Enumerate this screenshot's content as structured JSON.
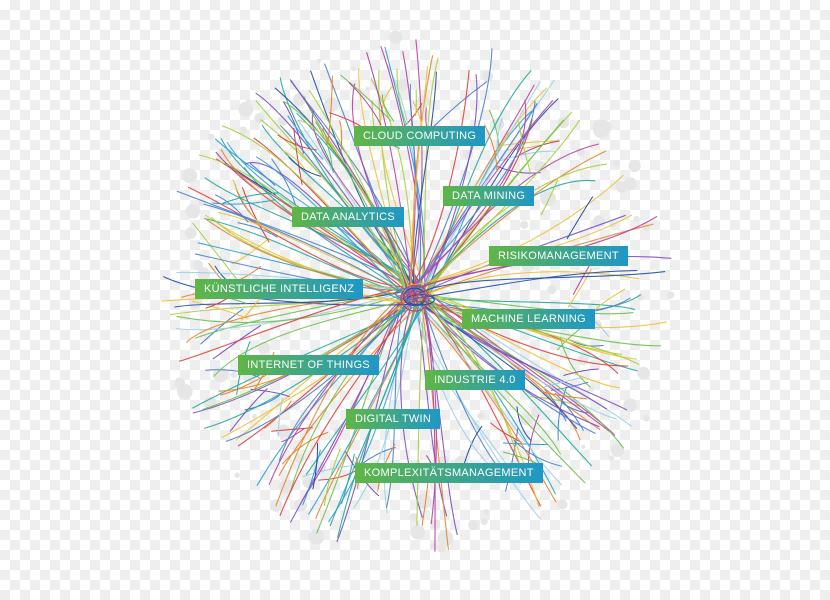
{
  "topics": [
    {
      "label": "CLOUD COMPUTING",
      "colors": [
        "#5fb646",
        "#1f97c8"
      ]
    },
    {
      "label": "DATA MINING",
      "colors": [
        "#5fb646",
        "#1f97c8"
      ]
    },
    {
      "label": "DATA ANALYTICS",
      "colors": [
        "#5fb646",
        "#1f97c8"
      ]
    },
    {
      "label": "RISIKOMANAGEMENT",
      "colors": [
        "#5fb646",
        "#1f97c8"
      ]
    },
    {
      "label": "KÜNSTLICHE INTELLIGENZ",
      "colors": [
        "#5fb646",
        "#1f97c8"
      ]
    },
    {
      "label": "MACHINE LEARNING",
      "colors": [
        "#5fb646",
        "#1f97c8"
      ]
    },
    {
      "label": "INTERNET OF THINGS",
      "colors": [
        "#5fb646",
        "#1f97c8"
      ]
    },
    {
      "label": "INDUSTRIE 4.0",
      "colors": [
        "#5fb646",
        "#1f97c8"
      ]
    },
    {
      "label": "DIGITAL TWIN",
      "colors": [
        "#5fb646",
        "#1f97c8"
      ]
    },
    {
      "label": "KOMPLEXITÄTSMANAGEMENT",
      "colors": [
        "#5fb646",
        "#1f97c8"
      ]
    }
  ],
  "line_colors": [
    "#1f4fa8",
    "#2a9fd8",
    "#6cc04a",
    "#a6cf3a",
    "#e8832a",
    "#e23b3b",
    "#b83fa0",
    "#7a4fc0",
    "#1faa9a",
    "#f0c030",
    "#4a7fd0",
    "#9bd0e8"
  ],
  "dot_color": "#e6e6e6",
  "hub_color": "#d23a6a"
}
